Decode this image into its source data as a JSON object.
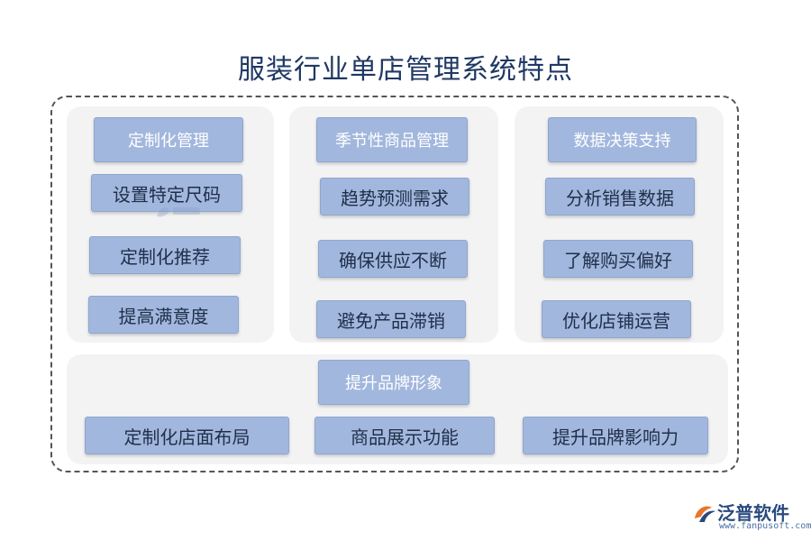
{
  "title": "服装行业单店管理系统特点",
  "groups": [
    {
      "heading": "定制化管理",
      "items": [
        "设置特定尺码",
        "定制化推荐",
        "提高满意度"
      ]
    },
    {
      "heading": "季节性商品管理",
      "items": [
        "趋势预测需求",
        "确保供应不断",
        "避免产品滞销"
      ]
    },
    {
      "heading": "数据决策支持",
      "items": [
        "分析销售数据",
        "了解购买偏好",
        "优化店铺运营"
      ]
    },
    {
      "heading": "提升品牌形象",
      "items": [
        "定制化店面布局",
        "商品展示功能",
        "提升品牌影响力"
      ]
    }
  ],
  "logo": {
    "name": "泛普软件",
    "url": "www.fanpusoft.com"
  },
  "colors": {
    "box": "#a2b7dd",
    "panel": "#f3f3f3",
    "title": "#1f3864"
  }
}
